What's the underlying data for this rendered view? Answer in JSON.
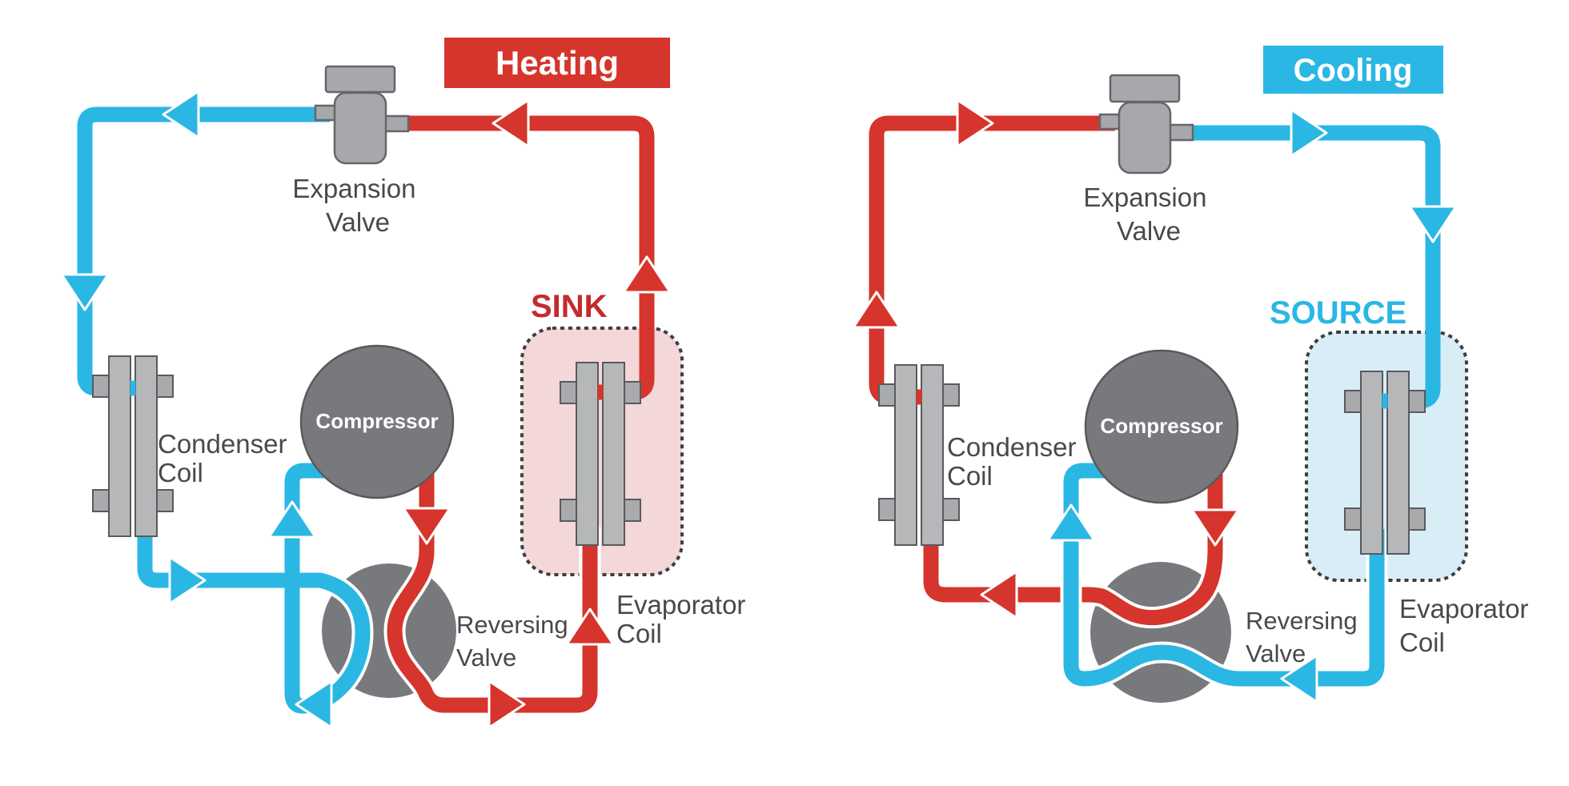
{
  "icons": {
    "flow_arrow": "triangle-flow-arrow"
  },
  "colors": {
    "hot": "#d5352c",
    "hot_deep": "#c32b2e",
    "cold": "#2ab7e4",
    "component_gray": "#78797c",
    "coil_gray": "#b5b7b9",
    "nub_gray": "#a8aaac",
    "valve_gray": "#a6a8ab",
    "outline_gray": "#595a5d",
    "label_gray": "#48494b",
    "sink_fill": "#f4d7d9",
    "source_fill": "#d9edf7",
    "canvas": "#ffffff"
  },
  "heating": {
    "badge": "Heating",
    "zone": "SINK",
    "expansion_valve": [
      "Expansion",
      "Valve"
    ],
    "condenser_coil": [
      "Condenser",
      "Coil"
    ],
    "compressor": "Compressor",
    "reversing_valve": [
      "Reversing",
      "Valve"
    ],
    "evaporator_coil": [
      "Evaporator",
      "Coil"
    ]
  },
  "cooling": {
    "badge": "Cooling",
    "zone": "SOURCE",
    "expansion_valve": [
      "Expansion",
      "Valve"
    ],
    "condenser_coil": [
      "Condenser",
      "Coil"
    ],
    "compressor": "Compressor",
    "reversing_valve": [
      "Reversing",
      "Valve"
    ],
    "evaporator_coil": [
      "Evaporator",
      "Coil"
    ]
  }
}
